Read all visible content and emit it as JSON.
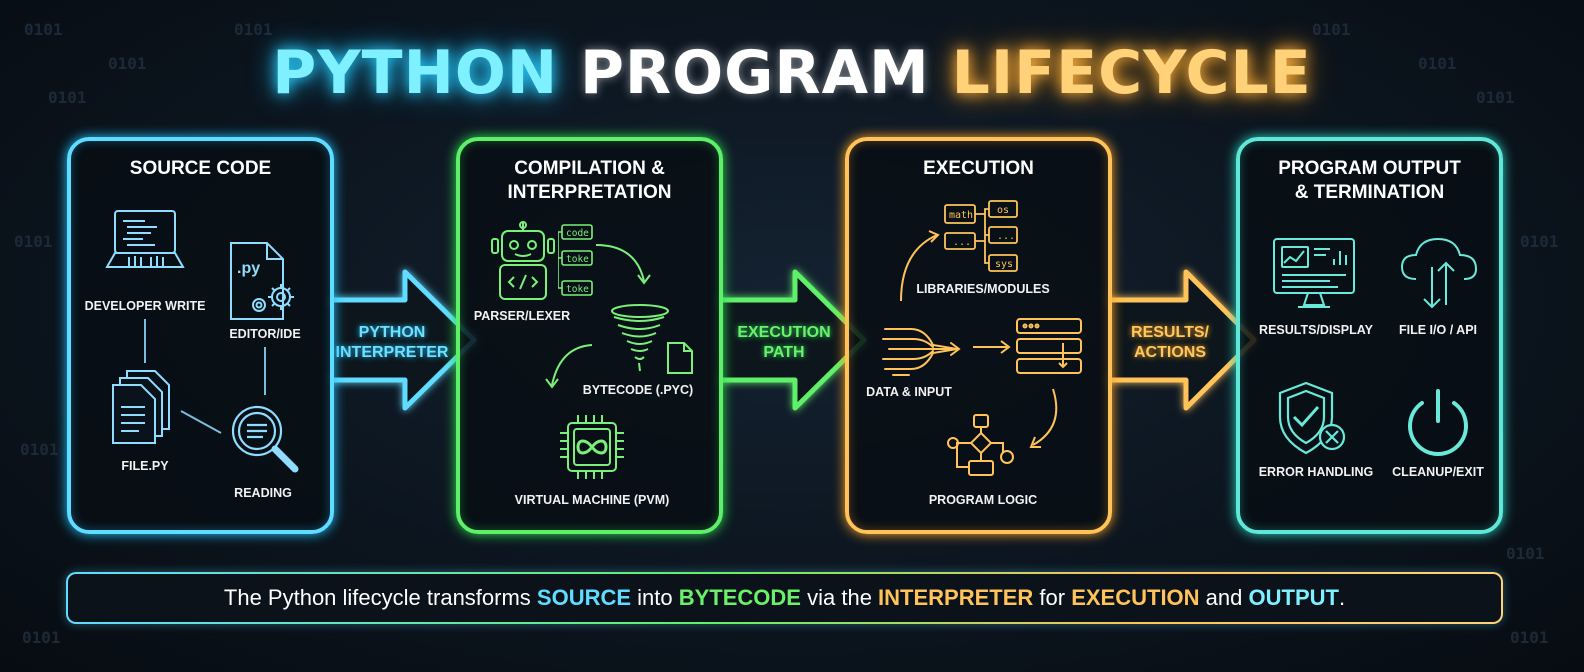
{
  "title": {
    "part1": "PYTHON",
    "part2": "PROGRAM",
    "part3": "LIFECYCLE"
  },
  "background_text": "0101",
  "panels": [
    {
      "title": "SOURCE CODE",
      "labels": [
        "DEVELOPER WRITE",
        "EDITOR/IDE",
        "FILE.PY",
        "READING"
      ],
      "file_ext": ".py"
    },
    {
      "title": "COMPILATION &\nINTERPRETATION",
      "labels": [
        "PARSER/LEXER",
        "BYTECODE (.PYC)",
        "VIRTUAL MACHINE (PVM)"
      ],
      "tokens": [
        "code",
        "toke",
        "toke"
      ]
    },
    {
      "title": "EXECUTION",
      "labels": [
        "LIBRARIES/MODULES",
        "DATA & INPUT",
        "PROGRAM LOGIC"
      ],
      "modules": [
        "math",
        "os",
        "...",
        "...",
        "sys"
      ]
    },
    {
      "title": "PROGRAM OUTPUT\n& TERMINATION",
      "labels": [
        "RESULTS/DISPLAY",
        "FILE I/O / API",
        "ERROR HANDLING",
        "CLEANUP/EXIT"
      ]
    }
  ],
  "arrows": [
    {
      "label": "PYTHON\nINTERPRETER",
      "color": "#5fdcff"
    },
    {
      "label": "EXECUTION\nPATH",
      "color": "#5ff06a"
    },
    {
      "label": "RESULTS/\nACTIONS",
      "color": "#ffc35a"
    }
  ],
  "footer": {
    "t1": "The Python lifecycle transforms ",
    "k1": "SOURCE",
    "t2": " into ",
    "k2": "BYTECODE",
    "t3": " via the ",
    "k3": "INTERPRETER",
    "t4": " for ",
    "k4": "EXECUTION",
    "t5": " and ",
    "k5": "OUTPUT",
    "t6": "."
  }
}
